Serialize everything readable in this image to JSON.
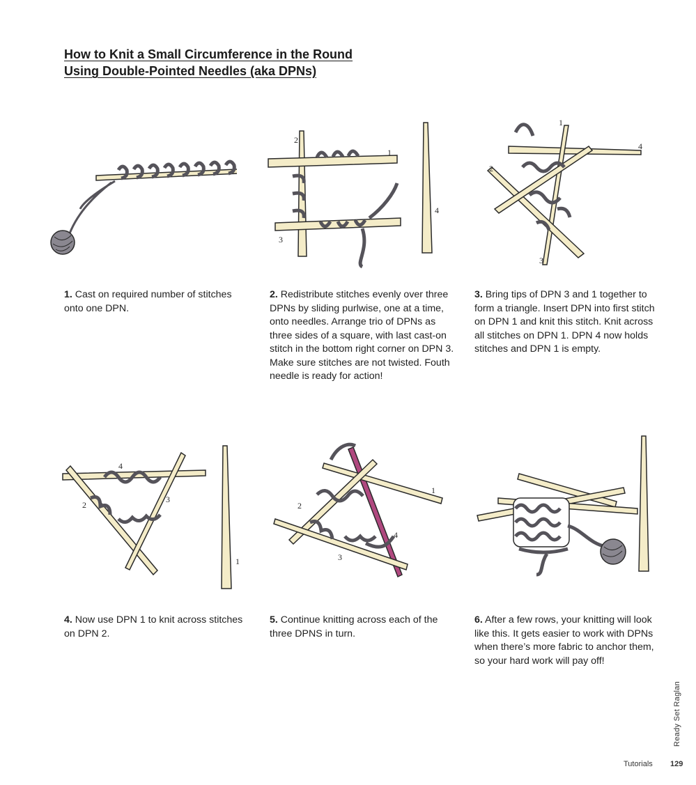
{
  "title": {
    "line1": "How to Knit a Small Circumference in the Round",
    "line2": "Using Double-Pointed Needles (aka DPNs)"
  },
  "steps": [
    {
      "num": "1.",
      "text": " Cast on required number of stitches onto one DPN."
    },
    {
      "num": "2.",
      "text": " Redistribute stitches evenly over three DPNs by sliding purlwise, one at a time, onto needles. Arrange trio of DPNs as three sides of a square, with last cast-on stitch in the bottom right corner on DPN 3. Make sure stitches are not twisted. Fouth needle is ready for action!"
    },
    {
      "num": "3.",
      "text": " Bring tips of DPN 3 and 1 together to form a triangle. Insert DPN into first stitch on DPN 1 and knit this stitch. Knit across all stitches on DPN 1. DPN 4 now holds stitches and DPN 1 is empty."
    },
    {
      "num": "4.",
      "text": " Now use DPN 1 to knit across stitches on DPN 2."
    },
    {
      "num": "5.",
      "text": " Continue knitting across each of the three DPNS in turn."
    },
    {
      "num": "6.",
      "text": " After a few rows, your knitting will look like this. It gets easier to work with DPNs when there’s more fabric to anchor them, so your hard work will pay off!"
    }
  ],
  "needle_labels": {
    "one": "1",
    "two": "2",
    "three": "3",
    "four": "4"
  },
  "sidebar": "Ready Set Raglan",
  "footer": {
    "section": "Tutorials",
    "page": "129"
  },
  "colors": {
    "needle": "#f4ecc8",
    "yarn": "#8a8790",
    "accent_needle": "#b0487f",
    "outline": "#2a2a2a"
  }
}
